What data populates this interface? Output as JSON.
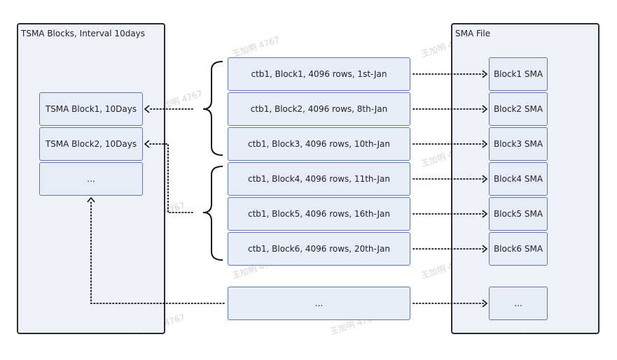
{
  "left_panel": {
    "title": "TSMA Blocks, Interval 10days",
    "items": [
      "TSMA Block1, 10Days",
      "TSMA Block2, 10Days",
      "..."
    ]
  },
  "middle": {
    "blocks": [
      "ctb1, Block1, 4096 rows, 1st-Jan",
      "ctb1, Block2, 4096 rows, 8th-Jan",
      "ctb1, Block3, 4096 rows, 10th-Jan",
      "ctb1, Block4, 4096 rows, 11th-Jan",
      "ctb1, Block5, 4096 rows, 16th-Jan",
      "ctb1, Block6, 4096 rows, 20th-Jan"
    ],
    "more": "..."
  },
  "right_panel": {
    "title": "SMA File",
    "items": [
      "Block1 SMA",
      "Block2 SMA",
      "Block3 SMA",
      "Block4 SMA",
      "Block5 SMA",
      "Block6 SMA"
    ],
    "more": "..."
  },
  "watermark": "王加明 4767"
}
